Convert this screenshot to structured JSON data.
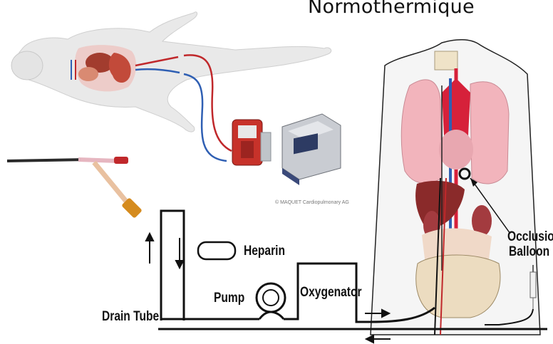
{
  "title": "Normothermique",
  "credit": "© MAQUET Cardiopulmonary AG",
  "circuit": {
    "heparin": "Heparin",
    "pump": "Pump",
    "oxygenator": "Oxygenator",
    "drain_tube": "Drain Tube"
  },
  "anatomy": {
    "occlusion_line1": "Occlusion",
    "occlusion_line2": "Balloon"
  },
  "colors": {
    "arterial": "#c0282b",
    "venous": "#2f5fb3",
    "lung": "#f2b4bc",
    "liver": "#8a2a2a"
  }
}
